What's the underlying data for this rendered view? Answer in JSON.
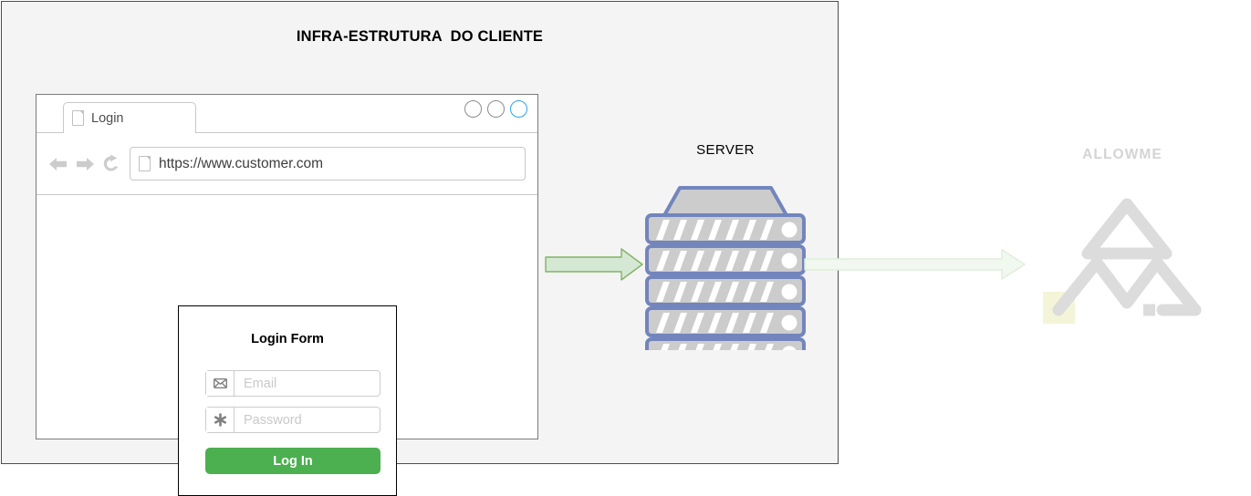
{
  "panel": {
    "title": "INFRA-ESTRUTURA  DO CLIENTE",
    "background_color": "#f4f4f4",
    "border_color": "#4d4d4d"
  },
  "browser": {
    "tab": {
      "label": "Login",
      "icon": "page-icon"
    },
    "window_buttons": [
      {
        "name": "minimize",
        "color": "#8c8c8c"
      },
      {
        "name": "maximize",
        "color": "#8c8c8c"
      },
      {
        "name": "close",
        "color": "#2da2e8"
      }
    ],
    "nav": {
      "back_icon": "arrow-left-icon",
      "forward_icon": "arrow-right-icon",
      "reload_icon": "reload-icon"
    },
    "url": {
      "value": "https://www.customer.com",
      "icon": "page-icon"
    }
  },
  "login_form": {
    "title": "Login Form",
    "email": {
      "placeholder": "Email",
      "icon": "envelope-icon",
      "value": ""
    },
    "password": {
      "placeholder": "Password",
      "icon": "asterisk-icon",
      "value": ""
    },
    "submit_label": "Log In",
    "submit_color": "#4caf50"
  },
  "server": {
    "label": "SERVER",
    "slot_count": 5,
    "stripes_per_slot": 7,
    "border_color": "#7285bd",
    "body_color": "#cccccc"
  },
  "arrows": {
    "client_to_server": {
      "fill": "#d5e8d4",
      "stroke": "#82b366"
    },
    "server_to_allowme": {
      "fill": "#f1f8ef",
      "stroke": "#dfeeda"
    }
  },
  "allowme": {
    "label": "ALLOWME",
    "label_color": "#d4d4d4",
    "logo_color": "#dcdcdc",
    "swatch_color": "#f4f4d8"
  }
}
